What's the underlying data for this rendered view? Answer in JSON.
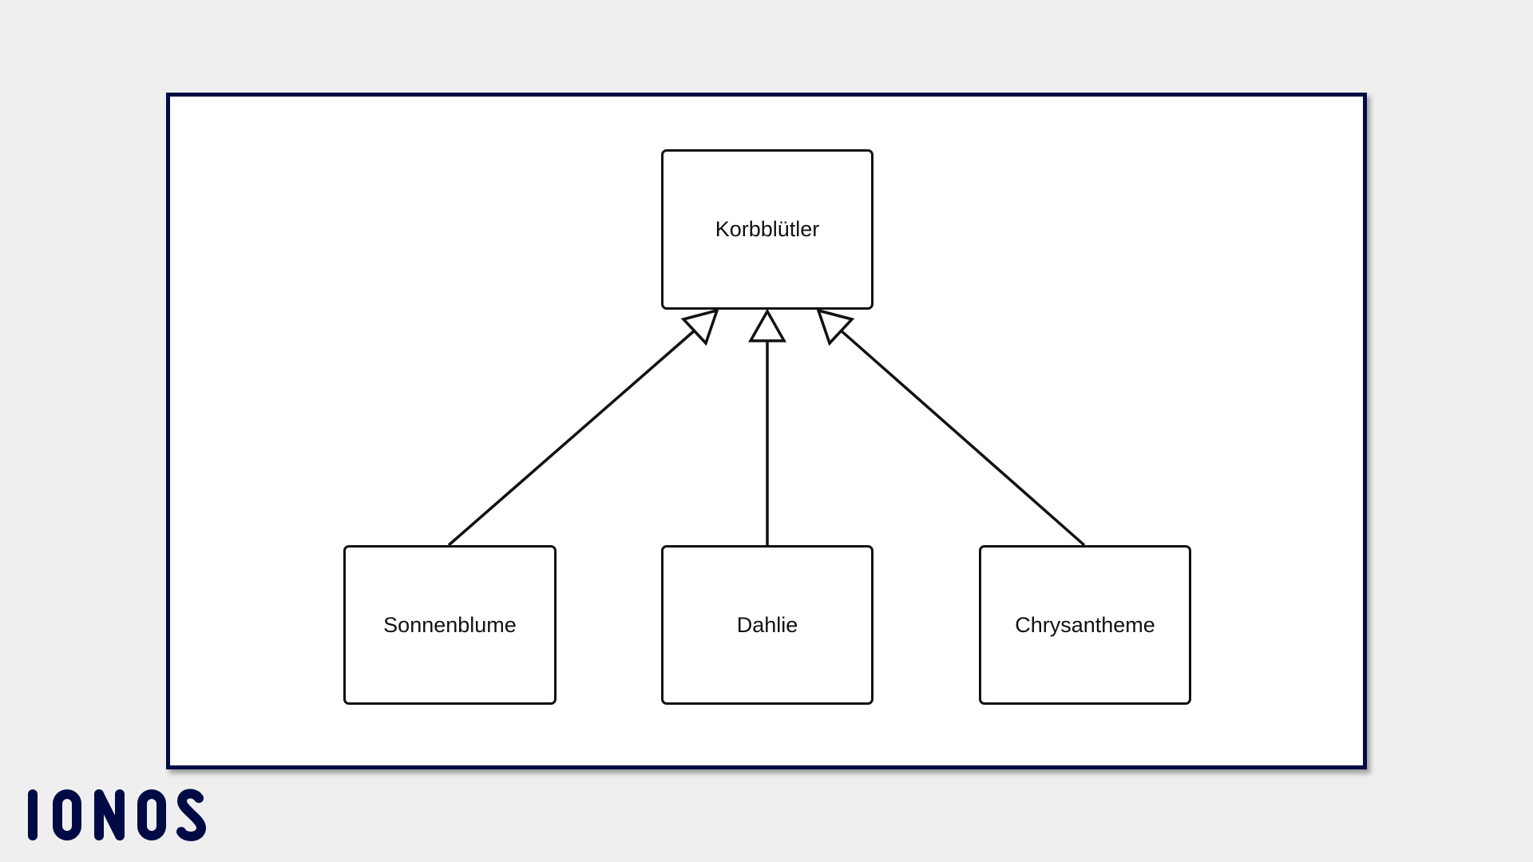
{
  "diagram": {
    "parent": {
      "label": "Korbblütler"
    },
    "children": [
      {
        "label": "Sonnenblume"
      },
      {
        "label": "Dahlie"
      },
      {
        "label": "Chrysantheme"
      }
    ],
    "relation": "generalization"
  },
  "logo": {
    "text": "IONOS",
    "color": "#000b45"
  },
  "colors": {
    "frame_border": "#000b45",
    "background": "#efefef"
  }
}
